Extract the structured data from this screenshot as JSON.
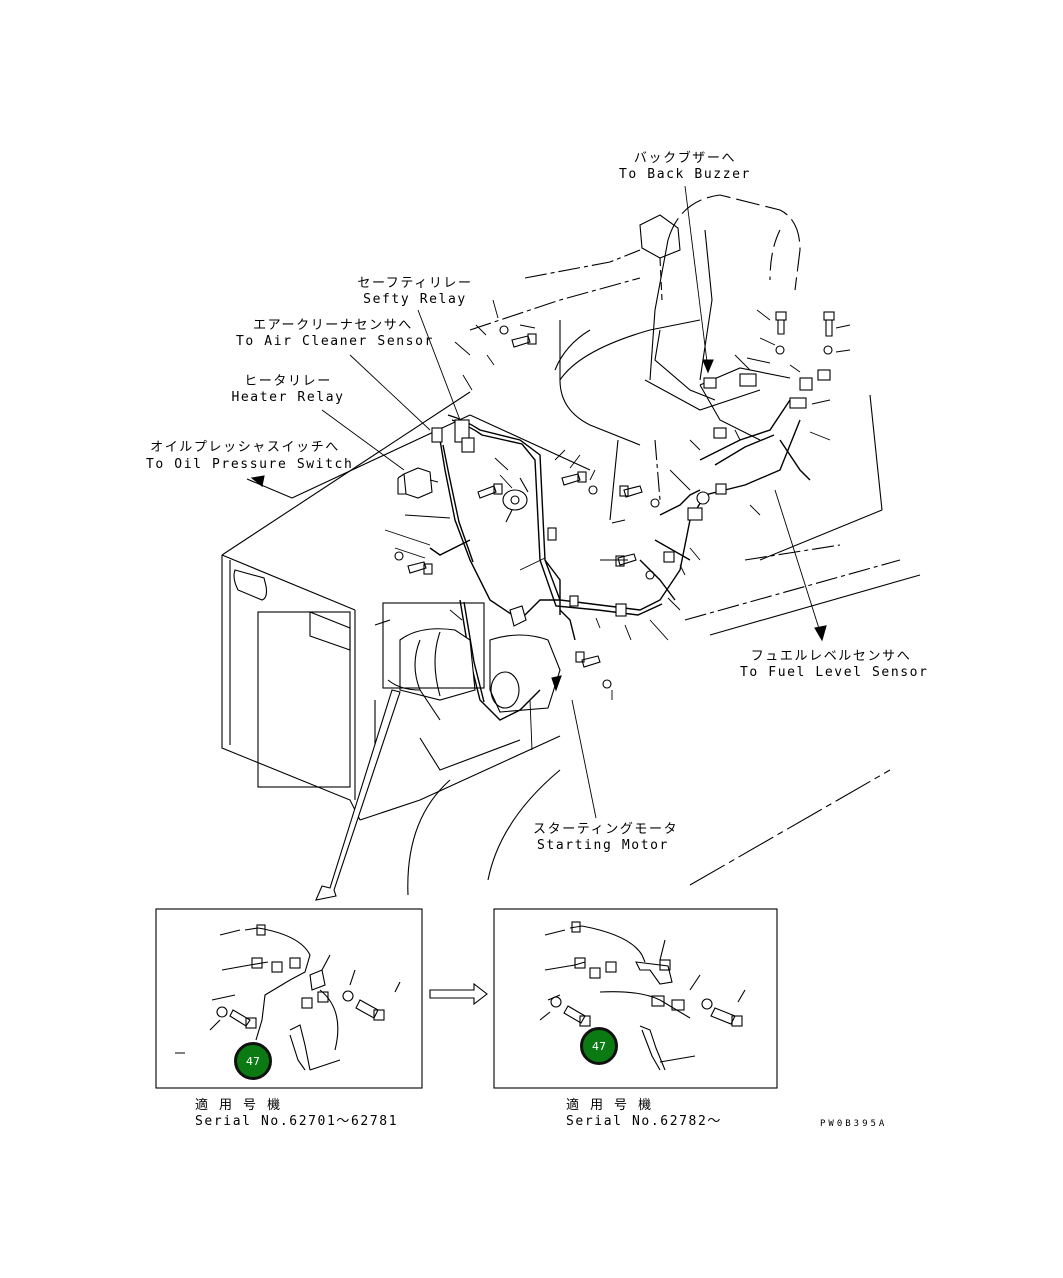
{
  "labels": {
    "back_buzzer_jp": "バックブザーへ",
    "back_buzzer_en": "To Back Buzzer",
    "safety_relay_jp": "セーフティリレー",
    "safety_relay_en": "Sefty Relay",
    "air_cleaner_jp": "エアークリーナセンサへ",
    "air_cleaner_en": "To Air Cleaner Sensor",
    "heater_relay_jp": "ヒータリレー",
    "heater_relay_en": "Heater Relay",
    "oil_pressure_jp": "オイルプレッシャスイッチへ",
    "oil_pressure_en": "To Oil Pressure Switch",
    "fuel_level_jp": "フュエルレベルセンサへ",
    "fuel_level_en": "To Fuel Level Sensor",
    "starting_motor_jp": "スターティングモータ",
    "starting_motor_en": "Starting Motor"
  },
  "detail_left": {
    "part_number": "47",
    "serial_jp": "適 用 号 機",
    "serial_en": "Serial No.62701～62781"
  },
  "detail_right": {
    "part_number": "47",
    "serial_jp": "適 用 号 機",
    "serial_en": "Serial No.62782～"
  },
  "drawing_code": "PW0B395A",
  "colors": {
    "badge_fill": "#0b7a12",
    "line": "#000000"
  }
}
